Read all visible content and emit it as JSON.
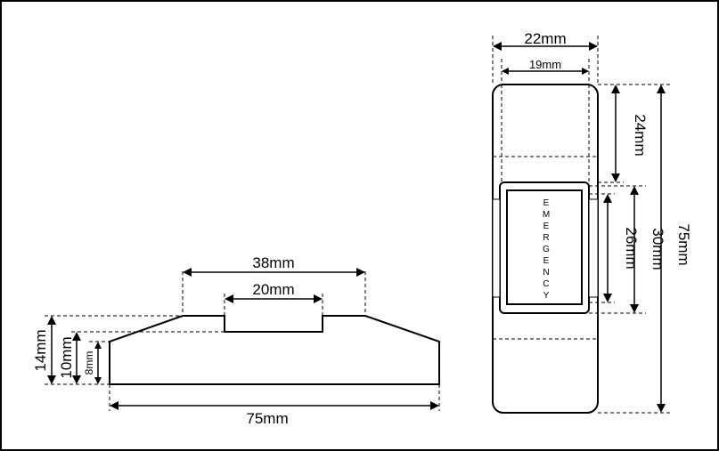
{
  "side_view": {
    "dims": {
      "top_width": "38mm",
      "recess_width": "20mm",
      "total_width": "75mm",
      "total_height": "14mm",
      "mid_height": "10mm",
      "base_height_unit": "8mm"
    }
  },
  "top_view": {
    "dims": {
      "outer_width": "22mm",
      "inner_width": "19mm",
      "top_section": "24mm",
      "window_height": "26mm",
      "cover_height": "30mm",
      "total_length": "75mm"
    },
    "label_letters": [
      "E",
      "M",
      "E",
      "R",
      "G",
      "E",
      "N",
      "C",
      "Y"
    ]
  }
}
